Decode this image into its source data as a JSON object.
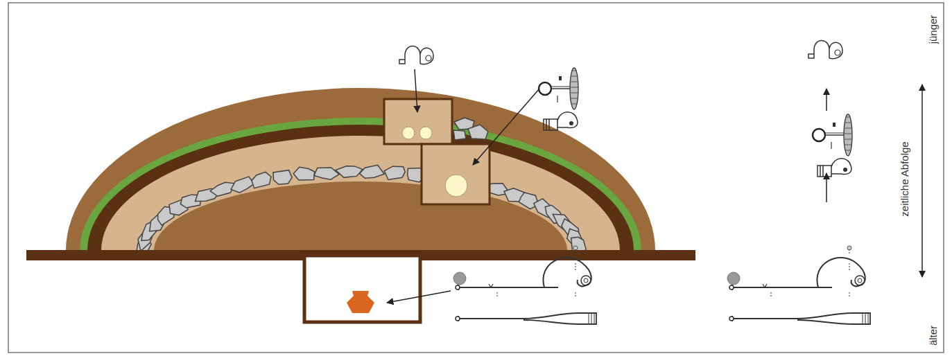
{
  "diagram": {
    "labels": [
      "jünger",
      "zeitliche Abfolge",
      "älter"
    ]
  }
}
